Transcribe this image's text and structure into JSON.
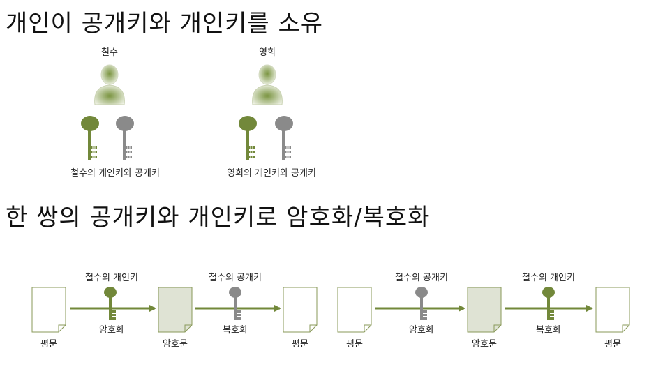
{
  "section1": {
    "title": "개인이 공개키와 개인키를 소유",
    "people": [
      {
        "name": "철수",
        "caption": "철수의 개인키와 공개키"
      },
      {
        "name": "영희",
        "caption": "영희의 개인키와 공개키"
      }
    ]
  },
  "section2": {
    "title": "한 쌍의 공개키와 개인키로 암호화/복호화",
    "flows": [
      {
        "plain_left": "평문",
        "cipher": "암호문",
        "plain_right": "평문",
        "step1": {
          "key_label": "철수의 개인키",
          "op": "암호화",
          "key_type": "private"
        },
        "step2": {
          "key_label": "철수의 공개키",
          "op": "복호화",
          "key_type": "public"
        }
      },
      {
        "plain_left": "평문",
        "cipher": "암호문",
        "plain_right": "평문",
        "step1": {
          "key_label": "철수의 공개키",
          "op": "암호화",
          "key_type": "public"
        },
        "step2": {
          "key_label": "철수의 개인키",
          "op": "복호화",
          "key_type": "private"
        }
      }
    ]
  },
  "colors": {
    "private_key": "#72883a",
    "public_key": "#8a8a8a",
    "arrow": "#72883a",
    "doc_border": "#8a9a5a",
    "cipher_fill": "#dfe3d4"
  },
  "icons": {
    "person": "person-icon",
    "key": "key-icon",
    "document": "document-icon"
  }
}
